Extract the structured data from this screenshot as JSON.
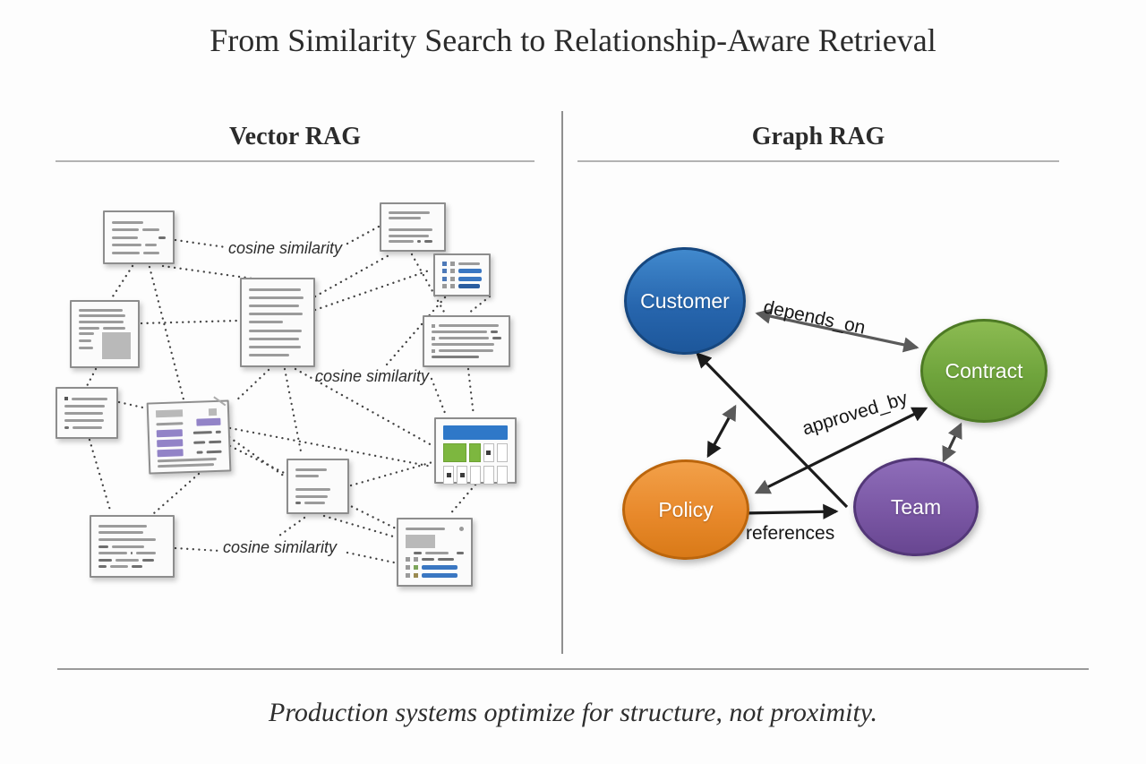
{
  "title": "From Similarity Search to Relationship-Aware Retrieval",
  "caption": "Production systems optimize for structure, not proximity.",
  "vector_panel": {
    "heading": "Vector RAG",
    "similarity_labels": [
      "cosine similarity",
      "cosine similarity",
      "cosine similarity"
    ]
  },
  "graph_panel": {
    "heading": "Graph RAG",
    "nodes": [
      {
        "id": "customer",
        "label": "Customer",
        "color": "#2766ae"
      },
      {
        "id": "contract",
        "label": "Contract",
        "color": "#6fa43c"
      },
      {
        "id": "policy",
        "label": "Policy",
        "color": "#e8892b"
      },
      {
        "id": "team",
        "label": "Team",
        "color": "#7a57a4"
      }
    ],
    "edges": [
      {
        "from": "customer",
        "to": "contract",
        "label": "depends_on",
        "style": "double-arrow",
        "color": "#5a5a5a"
      },
      {
        "from": "policy",
        "to": "contract",
        "label": "approved_by",
        "style": "double-arrow",
        "color": "#1c1c1c"
      },
      {
        "from": "policy",
        "to": "team",
        "label": "references",
        "style": "arrow",
        "color": "#1c1c1c"
      },
      {
        "from": "customer",
        "to": "policy",
        "label": "",
        "style": "double-arrow",
        "color": "#1c1c1c"
      },
      {
        "from": "contract",
        "to": "team",
        "label": "",
        "style": "double-arrow",
        "color": "#3a3a3a"
      },
      {
        "from": "team",
        "to": "customer",
        "label": "",
        "style": "arrow",
        "color": "#1c1c1c"
      }
    ]
  }
}
